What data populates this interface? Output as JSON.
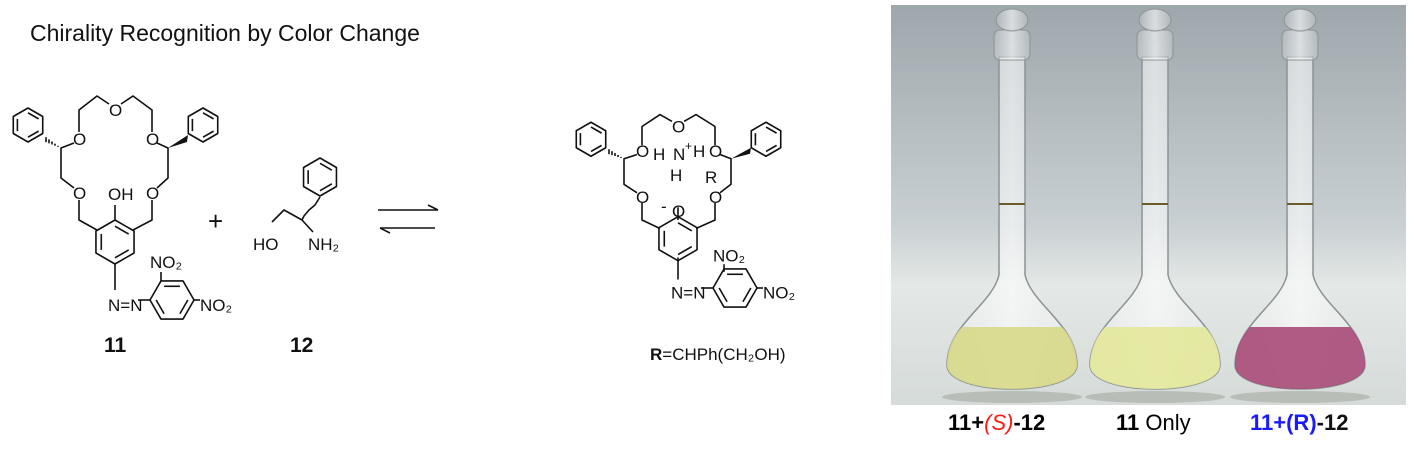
{
  "title": "Chirality Recognition by Color Change",
  "atoms": {
    "O": "O",
    "OH": "OH",
    "N_azo": "N=N",
    "NO2": "NO₂",
    "HO": "HO",
    "NH2": "NH₂",
    "H": "H",
    "NH": "N",
    "plus_charge": "+",
    "R": "R",
    "minus": "-"
  },
  "compounds": {
    "host": "11",
    "guest": "12",
    "complex_r_bold": "R",
    "complex_r_rest": "=CHPh(CH₂OH)"
  },
  "reaction": {
    "plus": "+"
  },
  "photo": {
    "captions": [
      {
        "a": "11",
        "b": "+",
        "c": "(S)",
        "d": "-12"
      },
      {
        "a": "11",
        "b": " Only"
      },
      {
        "a": "11+(R)",
        "b": "-12"
      }
    ],
    "colors": {
      "s_label": "#ff1a1a",
      "r_label": "#1a1aff",
      "liquid_s": "#d8d98a",
      "liquid_only": "#e3e89a",
      "liquid_r": "#a84a78"
    }
  }
}
